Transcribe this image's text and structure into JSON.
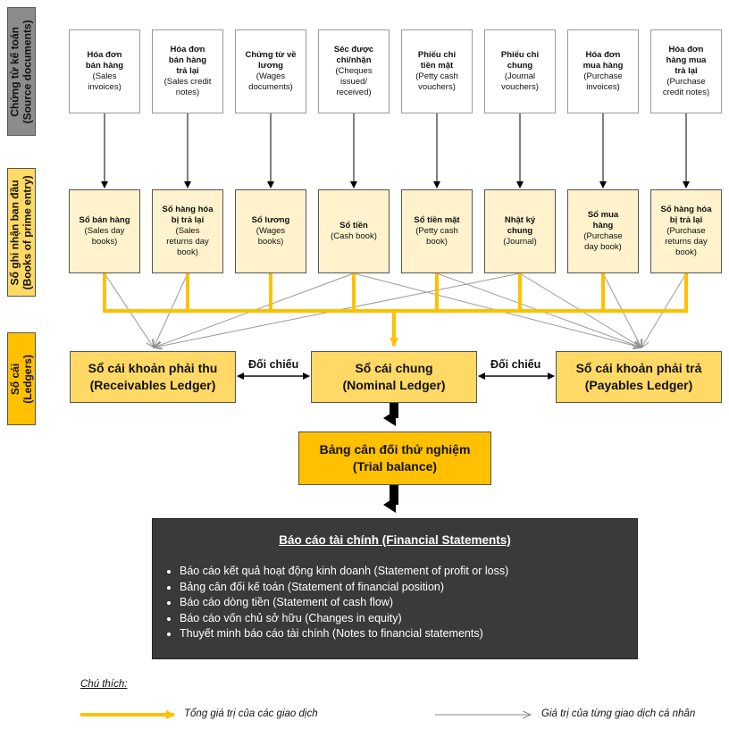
{
  "sections": {
    "source_documents": "Chứng từ kế toán\n(Source documents)",
    "books_prime_entry": "Sổ ghi nhận ban đầu\n(Books of prime entry)",
    "ledgers": "Sổ cái\n(Ledgers)"
  },
  "source_docs": [
    {
      "title": "Hóa đơn\nbán hàng",
      "sub": "(Sales\ninvoices)"
    },
    {
      "title": "Hóa đơn\nbán hàng\ntrả lại",
      "sub": "(Sales credit\nnotes)"
    },
    {
      "title": "Chứng từ về\nlương",
      "sub": "(Wages\ndocuments)"
    },
    {
      "title": "Séc được\nchi/nhận",
      "sub": "(Cheques\nissued/\nreceived)"
    },
    {
      "title": "Phiếu chi\ntiền mặt",
      "sub": "(Petty cash\nvouchers)"
    },
    {
      "title": "Phiếu chi\nchung",
      "sub": "(Journal\nvouchers)"
    },
    {
      "title": "Hóa đơn\nmua hàng",
      "sub": "(Purchase\ninvoices)"
    },
    {
      "title": "Hóa đơn\nhàng mua\ntrả lại",
      "sub": "(Purchase\ncredit notes)"
    }
  ],
  "books": [
    {
      "title": "Sổ bán hàng",
      "sub": "(Sales day\nbooks)"
    },
    {
      "title": "Sổ hàng hóa\nbị trả lại",
      "sub": "(Sales\nreturns day\nbook)"
    },
    {
      "title": "Sổ lương",
      "sub": "(Wages\nbooks)"
    },
    {
      "title": "Sổ tiền",
      "sub": "(Cash book)"
    },
    {
      "title": "Sổ tiền mặt",
      "sub": "(Petty cash\nbook)"
    },
    {
      "title": "Nhật ký\nchung",
      "sub": "(Journal)"
    },
    {
      "title": "Sổ mua\nhàng",
      "sub": "(Purchase\nday book)"
    },
    {
      "title": "Sổ hàng hóa\nbị trả lại",
      "sub": "(Purchase\nreturns day\nbook)"
    }
  ],
  "ledgers": {
    "receivables": "Sổ cái khoản phải thu\n(Receivables Ledger)",
    "nominal": "Sổ cái chung\n(Nominal Ledger)",
    "payables": "Sổ cái khoản phải trả\n(Payables Ledger)",
    "reconcile_left": "Đối chiếu",
    "reconcile_right": "Đối chiếu"
  },
  "trial_balance": "Bảng cân đối thử nghiệm\n(Trial balance)",
  "financial_statements": {
    "title": "Báo cáo tài chính (Financial Statements)",
    "items": [
      "Báo cáo kết quả hoạt động kinh doanh (Statement of profit or loss)",
      "Bảng cân đối kế toán (Statement of financial position)",
      "Báo cáo dòng tiền (Statement of cash flow)",
      "Báo cáo vốn chủ sở hữu (Changes in equity)",
      "Thuyết minh báo cáo tài chính (Notes to financial statements)"
    ]
  },
  "legend": {
    "title": "Chú thích:",
    "yellow": "Tổng giá trị của các giao dịch",
    "grey": "Giá trị của từng giao dịch cá nhân"
  },
  "colors": {
    "section_source": "#8c8c8c",
    "section_books": "#ffd966",
    "section_ledgers": "#ffc000",
    "book_fill": "#fff2cc",
    "ledger_fill": "#ffd966",
    "trial_fill": "#ffc000",
    "fs_fill": "#3a3a3a",
    "yellow_line": "#ffc000",
    "grey_line": "#9a9a9a"
  }
}
